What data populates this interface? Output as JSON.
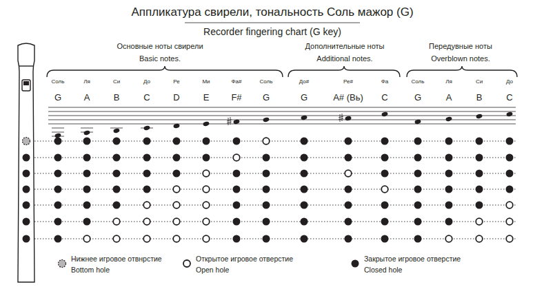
{
  "diagram": {
    "title": "Аппликатура свирели, тональность Соль мажор (G)",
    "labels": [
      "Recorder fingering chart (G key)",
      "Основные ноты свирели",
      "Basic notes.",
      "Дополнительные ноты",
      "Additional notes.",
      "Передувные ноты",
      "Overblown notes.",
      "Соль",
      "Ля",
      "Си",
      "До",
      "Ре",
      "Ми",
      "Фа#",
      "Соль",
      "До#",
      "Ре#",
      "Фа",
      "Соль",
      "Ля",
      "Си",
      "До",
      "G",
      "A",
      "B",
      "C",
      "D",
      "E",
      "F#",
      "G",
      "G",
      "A# (Bь)",
      "C",
      "G",
      "A",
      "B",
      "C",
      "Bottom hole",
      "Open hole",
      "Closed hole"
    ],
    "legend": [
      {
        "text": "Нижнее игровое отвнрстие"
      },
      {
        "text": "Открытое игровое отверстие"
      },
      {
        "text": "Закрытое игровое отверстие"
      }
    ]
  }
}
